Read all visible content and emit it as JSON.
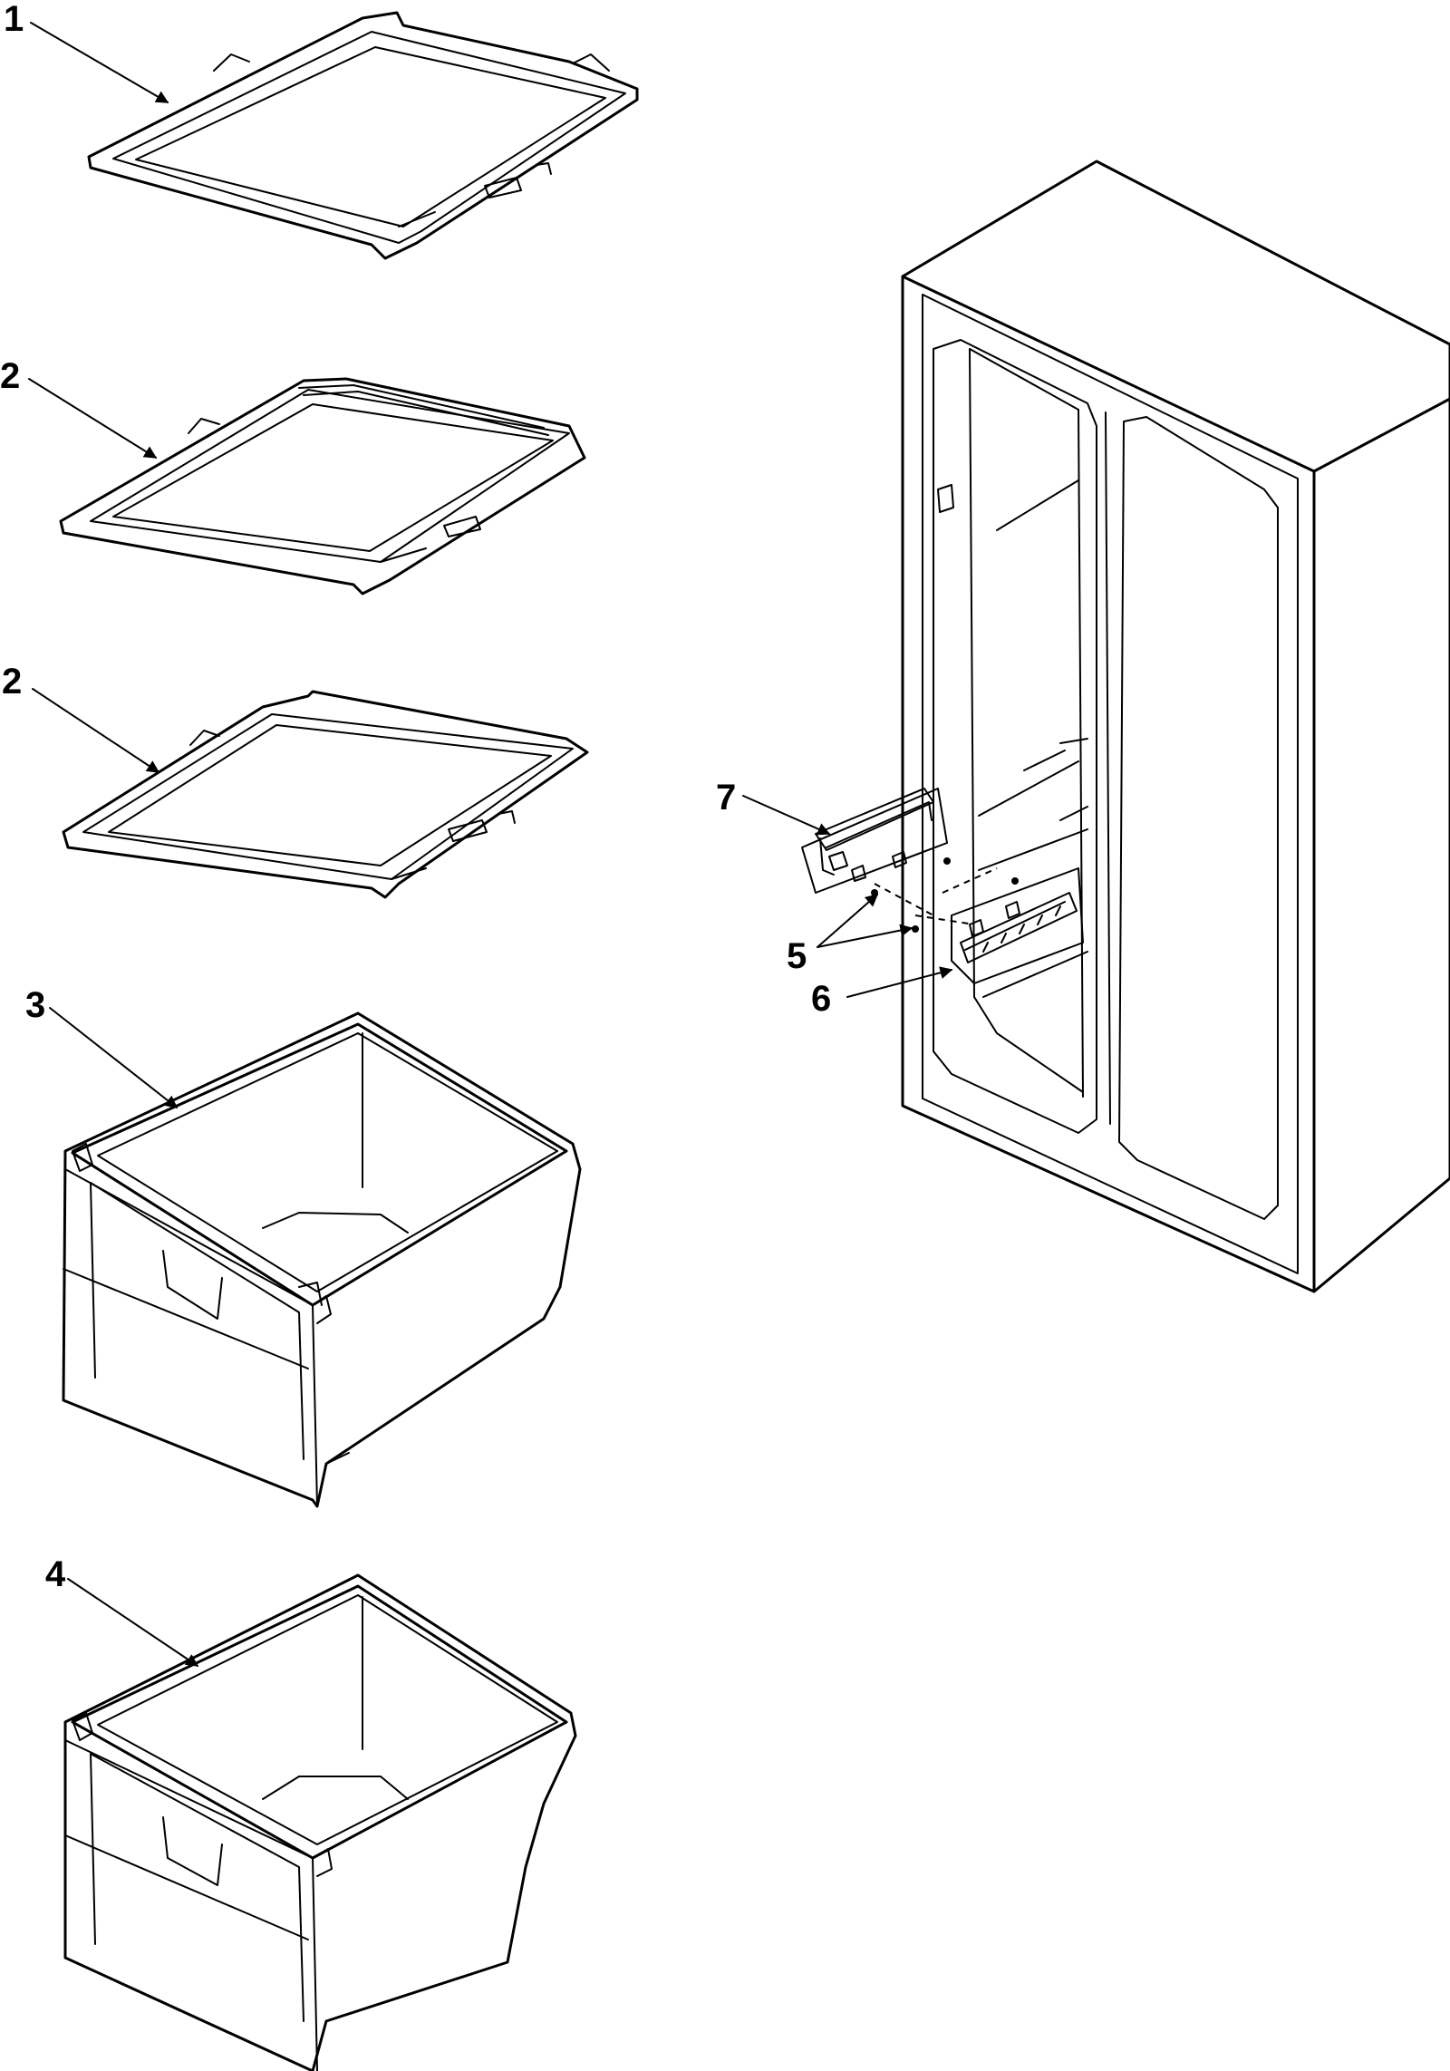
{
  "diagram": {
    "callouts": [
      {
        "id": "1",
        "text": "1"
      },
      {
        "id": "2a",
        "text": "2"
      },
      {
        "id": "2b",
        "text": "2"
      },
      {
        "id": "3",
        "text": "3"
      },
      {
        "id": "4",
        "text": "4"
      },
      {
        "id": "5",
        "text": "5"
      },
      {
        "id": "6",
        "text": "6"
      },
      {
        "id": "7",
        "text": "7"
      }
    ]
  }
}
